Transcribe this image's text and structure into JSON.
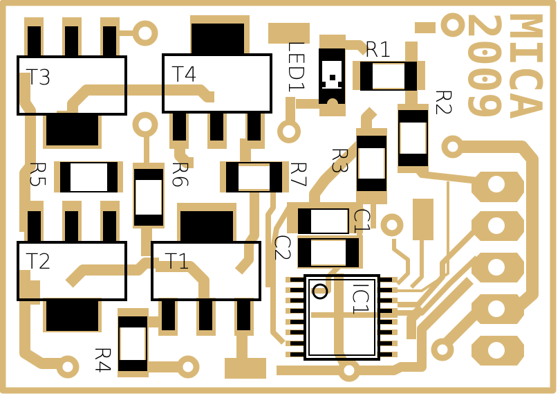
{
  "board": {
    "brand_text": "MICA",
    "year_text": "2009",
    "copper_color": "#d9b877",
    "silk_color": "#000000",
    "pad_color": "#000000",
    "background": "#ffffff"
  },
  "components": {
    "T1": "T1",
    "T2": "T2",
    "T3": "T3",
    "T4": "T4",
    "R1": "R1",
    "R2": "R2",
    "R3": "R3",
    "R4": "R4",
    "R5": "R5",
    "R6": "R6",
    "R7": "R7",
    "C1": "C1",
    "C2": "C2",
    "IC1": "IC1",
    "LED1": "LED1"
  },
  "connector": {
    "pins": 5
  }
}
